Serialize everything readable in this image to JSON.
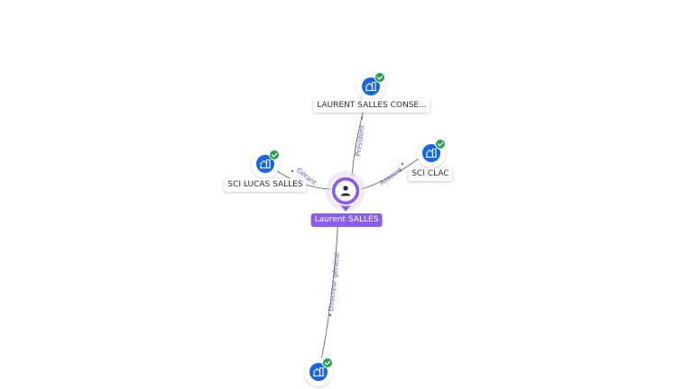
{
  "center": {
    "name": "Laurent SALLES",
    "icon": "person-icon"
  },
  "companies": [
    {
      "name": "LAURENT SALLES CONSE...",
      "role": "Président",
      "icon": "company-building-icon",
      "badge": "verified-check-icon"
    },
    {
      "name": "SCI CLAC",
      "role": "Associé",
      "icon": "company-building-icon",
      "badge": "verified-check-icon"
    },
    {
      "name": "SCI LUCAS SALLES",
      "role": "Gérant",
      "icon": "company-building-icon",
      "badge": "verified-check-icon"
    },
    {
      "name": "",
      "role": "Directeur général",
      "icon": "company-building-icon",
      "badge": "verified-check-icon"
    }
  ],
  "colors": {
    "company_icon": "#1565e6",
    "badge": "#22a04b",
    "center": "#8a5cf0",
    "edge_label": "#6b5cc9"
  }
}
